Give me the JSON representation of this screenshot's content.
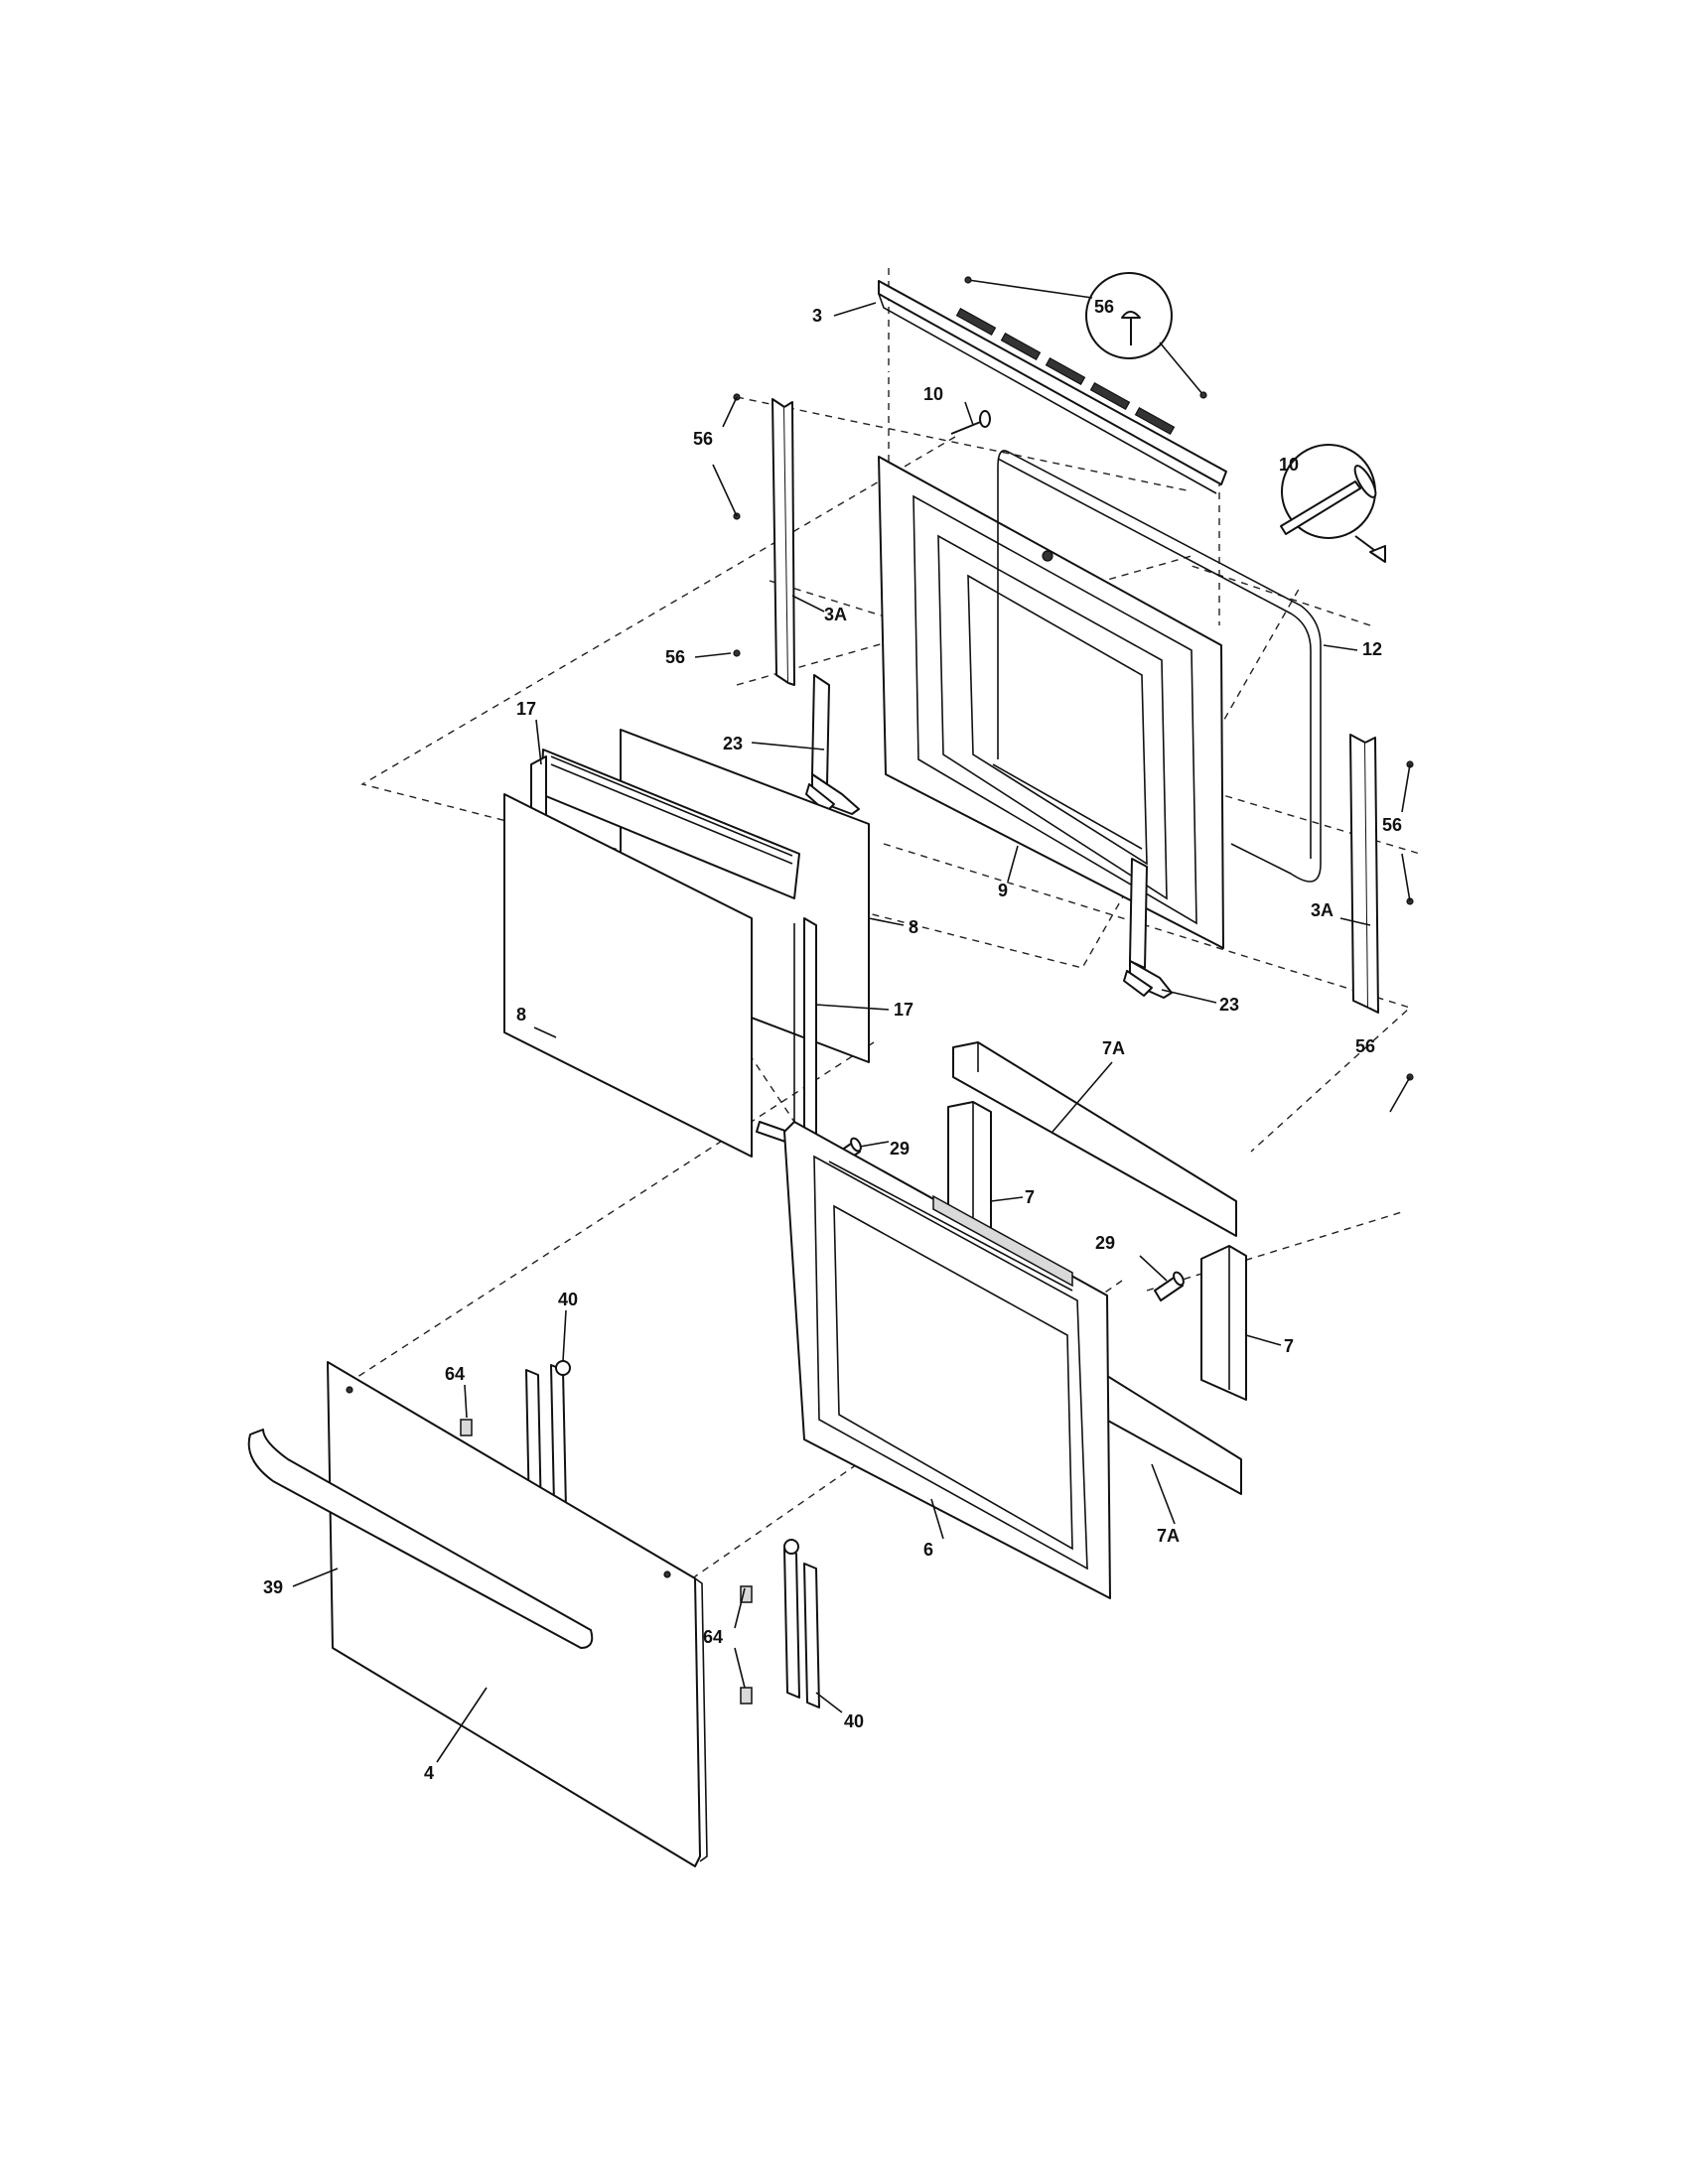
{
  "diagram": {
    "callouts": [
      {
        "id": "c-3",
        "text": "3"
      },
      {
        "id": "c-56-a",
        "text": "56"
      },
      {
        "id": "c-10-a",
        "text": "10"
      },
      {
        "id": "c-56-b",
        "text": "56"
      },
      {
        "id": "c-10-b",
        "text": "10"
      },
      {
        "id": "c-3a-a",
        "text": "3A"
      },
      {
        "id": "c-12",
        "text": "12"
      },
      {
        "id": "c-56-c",
        "text": "56"
      },
      {
        "id": "c-17-a",
        "text": "17"
      },
      {
        "id": "c-23-a",
        "text": "23"
      },
      {
        "id": "c-56-d",
        "text": "56"
      },
      {
        "id": "c-9",
        "text": "9"
      },
      {
        "id": "c-8-a",
        "text": "8"
      },
      {
        "id": "c-3a-b",
        "text": "3A"
      },
      {
        "id": "c-17-b",
        "text": "17"
      },
      {
        "id": "c-23-b",
        "text": "23"
      },
      {
        "id": "c-8-b",
        "text": "8"
      },
      {
        "id": "c-56-e",
        "text": "56"
      },
      {
        "id": "c-7a-a",
        "text": "7A"
      },
      {
        "id": "c-29-a",
        "text": "29"
      },
      {
        "id": "c-7-a",
        "text": "7"
      },
      {
        "id": "c-29-b",
        "text": "29"
      },
      {
        "id": "c-40-a",
        "text": "40"
      },
      {
        "id": "c-7-b",
        "text": "7"
      },
      {
        "id": "c-64-a",
        "text": "64"
      },
      {
        "id": "c-7a-b",
        "text": "7A"
      },
      {
        "id": "c-6",
        "text": "6"
      },
      {
        "id": "c-39",
        "text": "39"
      },
      {
        "id": "c-64-b",
        "text": "64"
      },
      {
        "id": "c-40-b",
        "text": "40"
      },
      {
        "id": "c-4",
        "text": "4"
      }
    ]
  }
}
